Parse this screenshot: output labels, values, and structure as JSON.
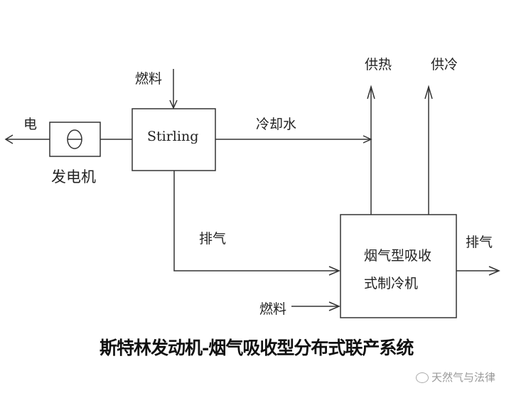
{
  "diagram": {
    "title": "斯特林发动机-烟气吸收型分布式联产系统",
    "nodes": {
      "generator": {
        "label": "发电机",
        "symbol": "generator-icon"
      },
      "stirling": {
        "label": "Stirling"
      },
      "chiller": {
        "line1": "烟气型吸收",
        "line2": "式制冷机"
      }
    },
    "edges": {
      "electricity": "电",
      "fuel_stirling": "燃料",
      "cooling_water": "冷却水",
      "exhaust_to_chiller": "排气",
      "fuel_chiller": "燃料",
      "exhaust_out": "排气",
      "heat_supply": "供热",
      "cold_supply": "供冷"
    },
    "watermark": {
      "icon": "wechat-icon",
      "text": "天然气与法律"
    }
  }
}
